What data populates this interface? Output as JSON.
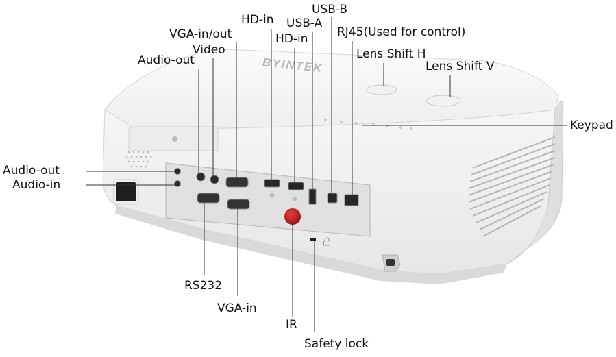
{
  "brand": "BYINTEK",
  "colors": {
    "ir_window": "#c51b1b",
    "body": "#f4f4f4",
    "panel": "#e2e2e2",
    "leader": "#333333"
  },
  "labels": {
    "usb_b": "USB-B",
    "hd_in_1": "HD-in",
    "usb_a": "USB-A",
    "vga_in_out": "VGA-in/out",
    "hd_in_2": "HD-in",
    "rj45": "RJ45(Used for control)",
    "video": "Video",
    "audio_out_top": "Audio-out",
    "lens_shift_h": "Lens Shift H",
    "lens_shift_v": "Lens Shift V",
    "keypad": "Keypad",
    "audio_out_left": "Audio-out",
    "audio_in": "Audio-in",
    "rs232": "RS232",
    "vga_in": "VGA-in",
    "ir": "IR",
    "safety_lock": "Safety lock"
  }
}
